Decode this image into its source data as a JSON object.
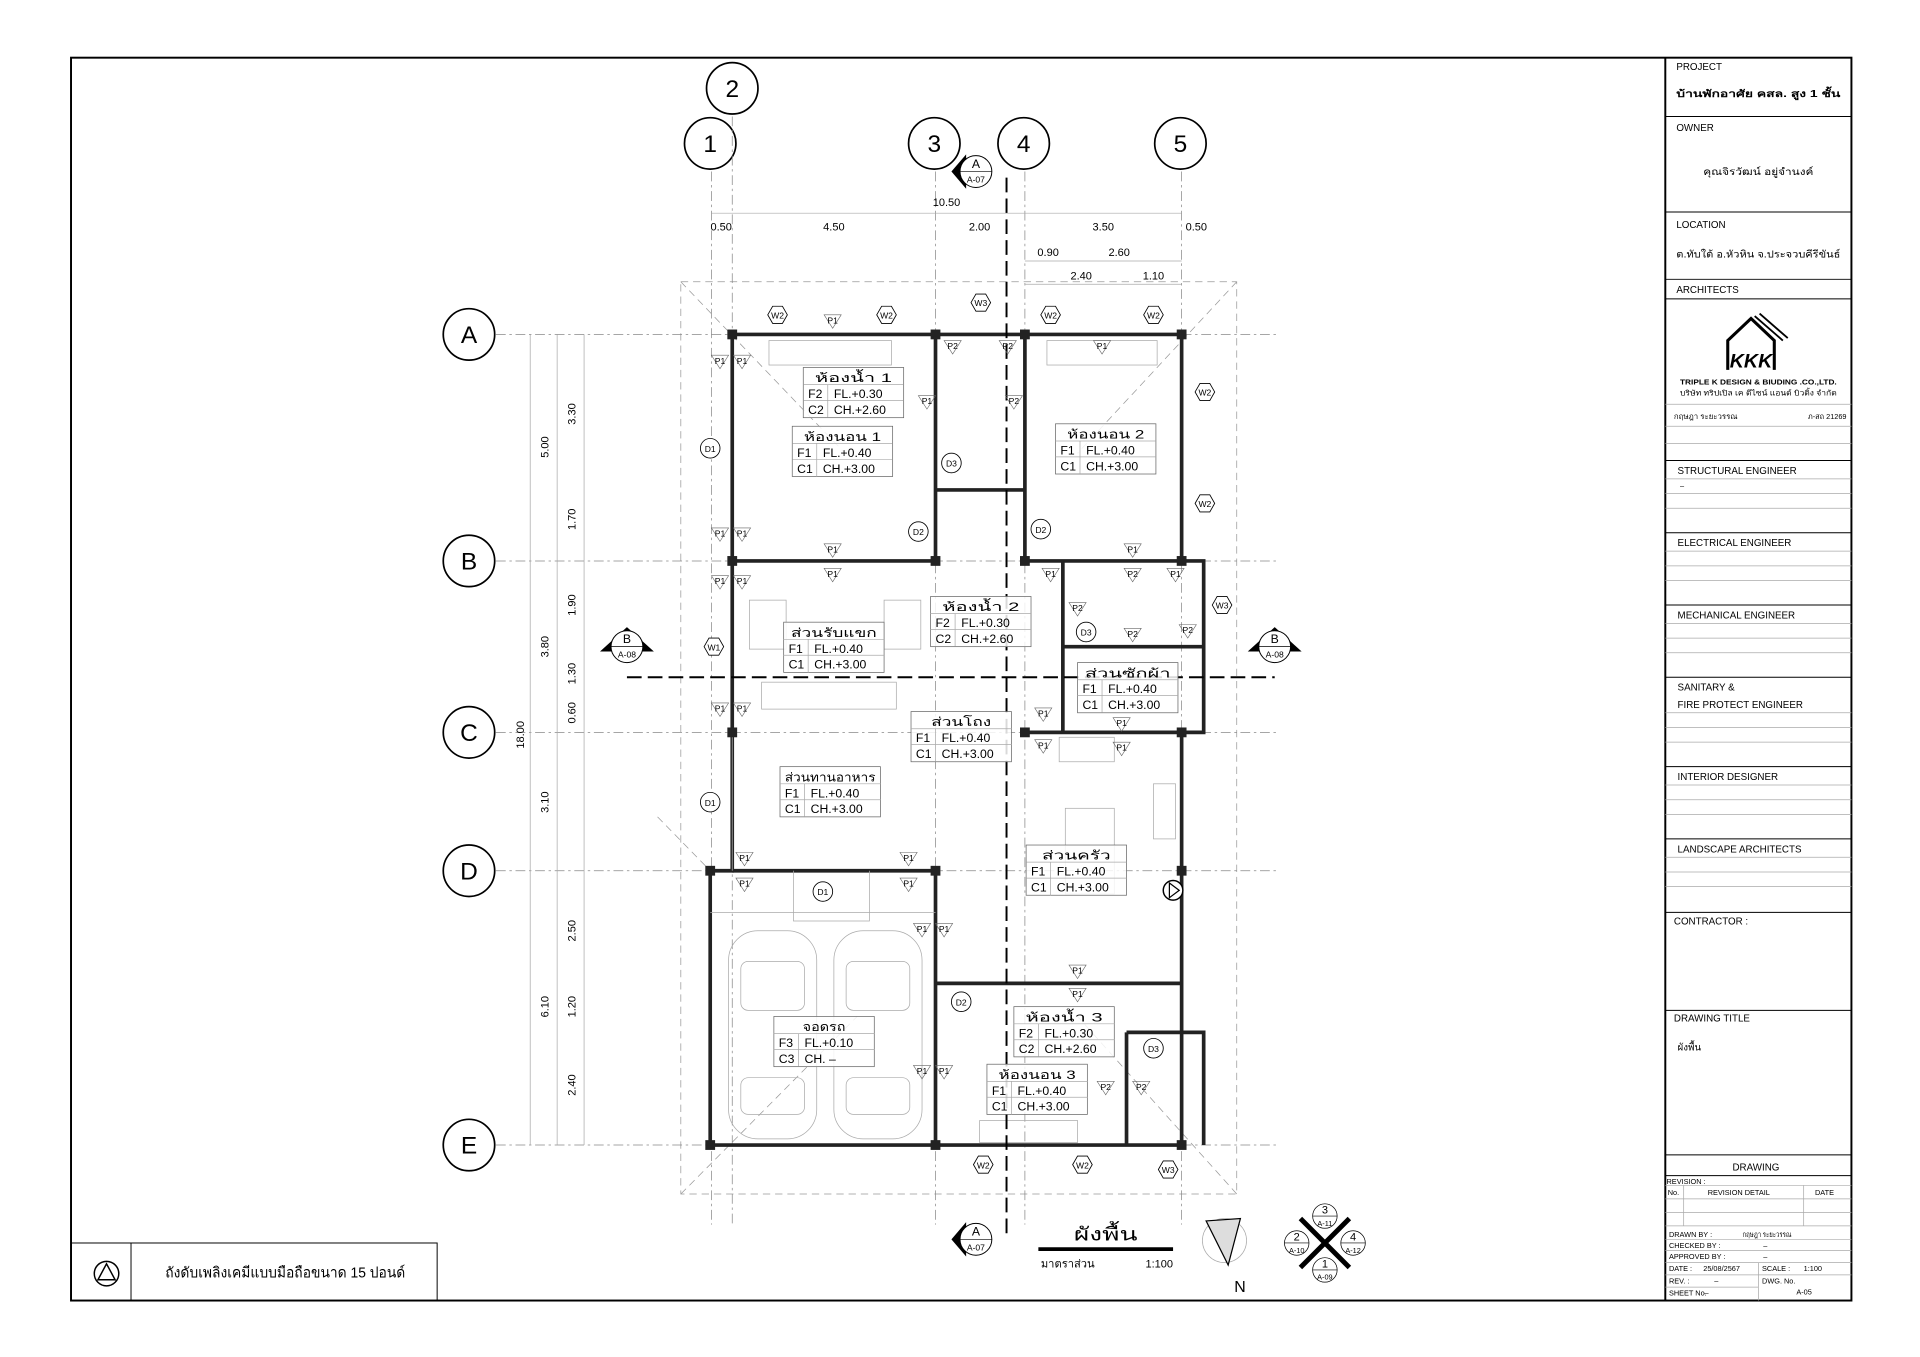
{
  "title_block": {
    "project": {
      "label": "PROJECT",
      "value": "บ้านพักอาศัย คสล. สูง 1 ชั้น"
    },
    "owner": {
      "label": "OWNER",
      "value": "คุณจิรวัฒน์ อยู่จำนงค์"
    },
    "location": {
      "label": "LOCATION",
      "value": "ต.ทับใต้ อ.หัวหิน จ.ประจวบคีรีขันธ์"
    },
    "architects": {
      "label": "ARCHITECTS",
      "logo_text": "KKK",
      "company_en": "TRIPLE K DESIGN & BIUDING .CO.,LTD.",
      "company_th": "บริษัท ทริปเปิล เค ดีไซน์ แอนด์ บิวดิ้ง จำกัด",
      "signer": "กฤษฎา ระยะวรรณ",
      "license": "ภ-สถ 21269"
    },
    "consultants": [
      {
        "label": "STRUCTURAL   ENGINEER",
        "value": "–"
      },
      {
        "label": "ELECTRICAL   ENGINEER",
        "value": ""
      },
      {
        "label": "MECHANICAL   ENGINEER",
        "value": ""
      },
      {
        "label": "SANITARY &",
        "label2": "FIRE PROTECT ENGINEER",
        "value": ""
      },
      {
        "label": "INTERIOR DESIGNER",
        "value": ""
      },
      {
        "label": "LANDSCAPE ARCHITECTS",
        "value": ""
      }
    ],
    "contractor_label": "CONTRACTOR :",
    "drawing_title": {
      "label": "DRAWING  TITLE",
      "value": "ผังพื้น"
    },
    "drawing": {
      "header": "DRAWING",
      "revision_label": "REVISION :",
      "columns": [
        "No.",
        "REVISION DETAIL",
        "DATE"
      ],
      "drawn_by_label": "DRAWN BY :",
      "drawn_by": "กฤษฎา ระยะวรรณ",
      "checked_by_label": "CHECKED BY :",
      "checked_by": "–",
      "approved_by_label": "APPROVED BY :",
      "approved_by": "–",
      "date_label": "DATE :",
      "date": "25/08/2567",
      "scale_label": "SCALE :",
      "scale": "1:100",
      "rev_label": "REV. :",
      "rev": "–",
      "dwg_no_label": "DWG. No.",
      "dwg_no": "A-05",
      "sheet_no_label": "SHEET No.",
      "sheet_no": "–"
    }
  },
  "plan": {
    "grid_cols": [
      "1",
      "2",
      "3",
      "4",
      "5"
    ],
    "grid_rows": [
      "A",
      "B",
      "C",
      "D",
      "E"
    ],
    "dims_top": [
      "10.50",
      "0.50",
      "4.50",
      "2.00",
      "3.50",
      "0.50",
      "0.90",
      "2.60",
      "2.40",
      "1.10"
    ],
    "dims_left": [
      "5.00",
      "3.80",
      "18.00",
      "3.10",
      "6.10",
      "3.30",
      "1.70",
      "1.90",
      "1.30",
      "0.60",
      "2.50",
      "1.20",
      "2.40"
    ],
    "rooms": [
      {
        "name": "ห้องน้ำ 1",
        "f": "F2",
        "fl": "FL.+0.30",
        "c": "C2",
        "ch": "CH.+2.60"
      },
      {
        "name": "ห้องนอน 1",
        "f": "F1",
        "fl": "FL.+0.40",
        "c": "C1",
        "ch": "CH.+3.00"
      },
      {
        "name": "ห้องนอน 2",
        "f": "F1",
        "fl": "FL.+0.40",
        "c": "C1",
        "ch": "CH.+3.00"
      },
      {
        "name": "ห้องน้ำ 2",
        "f": "F2",
        "fl": "FL.+0.30",
        "c": "C2",
        "ch": "CH.+2.60"
      },
      {
        "name": "ส่วนรับแขก",
        "f": "F1",
        "fl": "FL.+0.40",
        "c": "C1",
        "ch": "CH.+3.00"
      },
      {
        "name": "ส่วนซักผ้า",
        "f": "F1",
        "fl": "FL.+0.40",
        "c": "C1",
        "ch": "CH.+3.00"
      },
      {
        "name": "ส่วนโถง",
        "f": "F1",
        "fl": "FL.+0.40",
        "c": "C1",
        "ch": "CH.+3.00"
      },
      {
        "name": "ส่วนทานอาหาร",
        "f": "F1",
        "fl": "FL.+0.40",
        "c": "C1",
        "ch": "CH.+3.00"
      },
      {
        "name": "ส่วนครัว",
        "f": "F1",
        "fl": "FL.+0.40",
        "c": "C1",
        "ch": "CH.+3.00"
      },
      {
        "name": "จอดรถ",
        "f": "F3",
        "fl": "FL.+0.10",
        "c": "C3",
        "ch": "CH. –"
      },
      {
        "name": "ห้องน้ำ 3",
        "f": "F2",
        "fl": "FL.+0.30",
        "c": "C2",
        "ch": "CH.+2.60"
      },
      {
        "name": "ห้องนอน 3",
        "f": "F1",
        "fl": "FL.+0.40",
        "c": "C1",
        "ch": "CH.+3.00"
      }
    ],
    "door_window_tags": [
      "D1",
      "D1",
      "D1",
      "D2",
      "D2",
      "D2",
      "D3",
      "D3",
      "D3",
      "W1",
      "W2",
      "W2",
      "W2",
      "W2",
      "W2",
      "W2",
      "W2",
      "W2",
      "W3",
      "W3",
      "W3"
    ],
    "finish_tags": [
      "P1",
      "P1",
      "P1",
      "P1",
      "P2",
      "P2",
      "P2",
      "P1",
      "P1",
      "P1",
      "P1",
      "P1",
      "P1",
      "P1",
      "P1",
      "P1",
      "P1",
      "P1",
      "P2",
      "P2",
      "P2",
      "P2",
      "P1",
      "P1",
      "P1",
      "P1",
      "P1",
      "P1",
      "P1",
      "P1",
      "P1",
      "P1",
      "P1",
      "P1",
      "P1",
      "P1",
      "P2",
      "P2",
      "P1"
    ],
    "sections": [
      {
        "id": "A",
        "sheet": "A-07"
      },
      {
        "id": "A",
        "sheet": "A-07"
      },
      {
        "id": "B",
        "sheet": "A-08"
      },
      {
        "id": "B",
        "sheet": "A-08"
      }
    ],
    "title": "ผังพื้น",
    "scale_label": "มาตราส่วน",
    "scale": "1:100",
    "north": "N",
    "key_plan": [
      {
        "id": "3",
        "sheet": "A-11"
      },
      {
        "id": "2",
        "sheet": "A-10"
      },
      {
        "id": "4",
        "sheet": "A-12"
      },
      {
        "id": "1",
        "sheet": "A-09"
      }
    ],
    "legend": {
      "symbol": "fire-extinguisher",
      "text": "ถังดับเพลิงเคมีแบบมือถือขนาด 15 ปอนด์"
    }
  }
}
